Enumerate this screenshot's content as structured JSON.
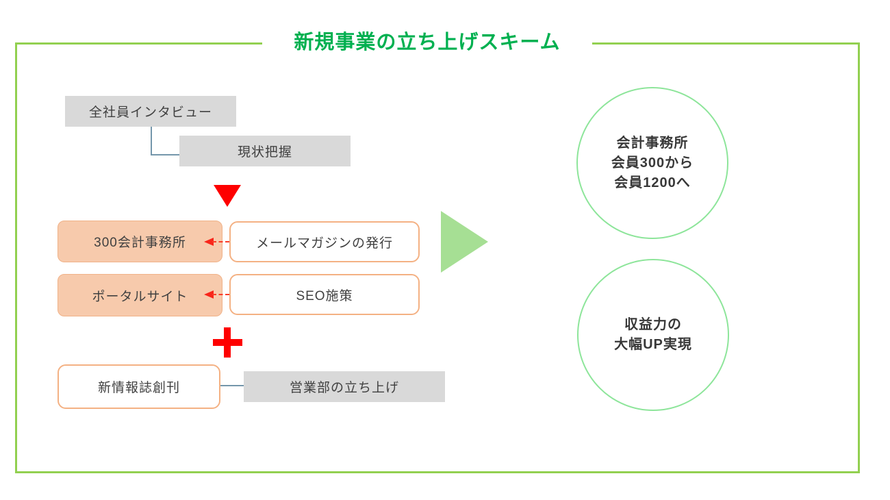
{
  "title": "新規事業の立ち上げスキーム",
  "colors": {
    "frame_green": "#92d050",
    "title_green": "#00b050",
    "circle_green": "#8de59a",
    "big_arrow_green": "#a6df94",
    "box_gray": "#d9d9d9",
    "box_orange_fill": "#f7caac",
    "box_orange_border": "#f4b183",
    "red_accent": "#fe0000",
    "connector_blue": "#7496ab"
  },
  "process": {
    "interview": "全社員インタビュー",
    "current_status": "現状把握",
    "accounting_offices": "300会計事務所",
    "mail_magazine": "メールマガジンの発行",
    "portal_site": "ポータルサイト",
    "seo": "SEO施策",
    "new_magazine": "新情報誌創刊",
    "sales_dept": "営業部の立ち上げ"
  },
  "goals": {
    "members": {
      "line1": "会計事務所",
      "line2": "会員300から",
      "line3": "会員1200へ"
    },
    "profit": {
      "line1": "収益力の",
      "line2": "大幅UP実現"
    }
  }
}
